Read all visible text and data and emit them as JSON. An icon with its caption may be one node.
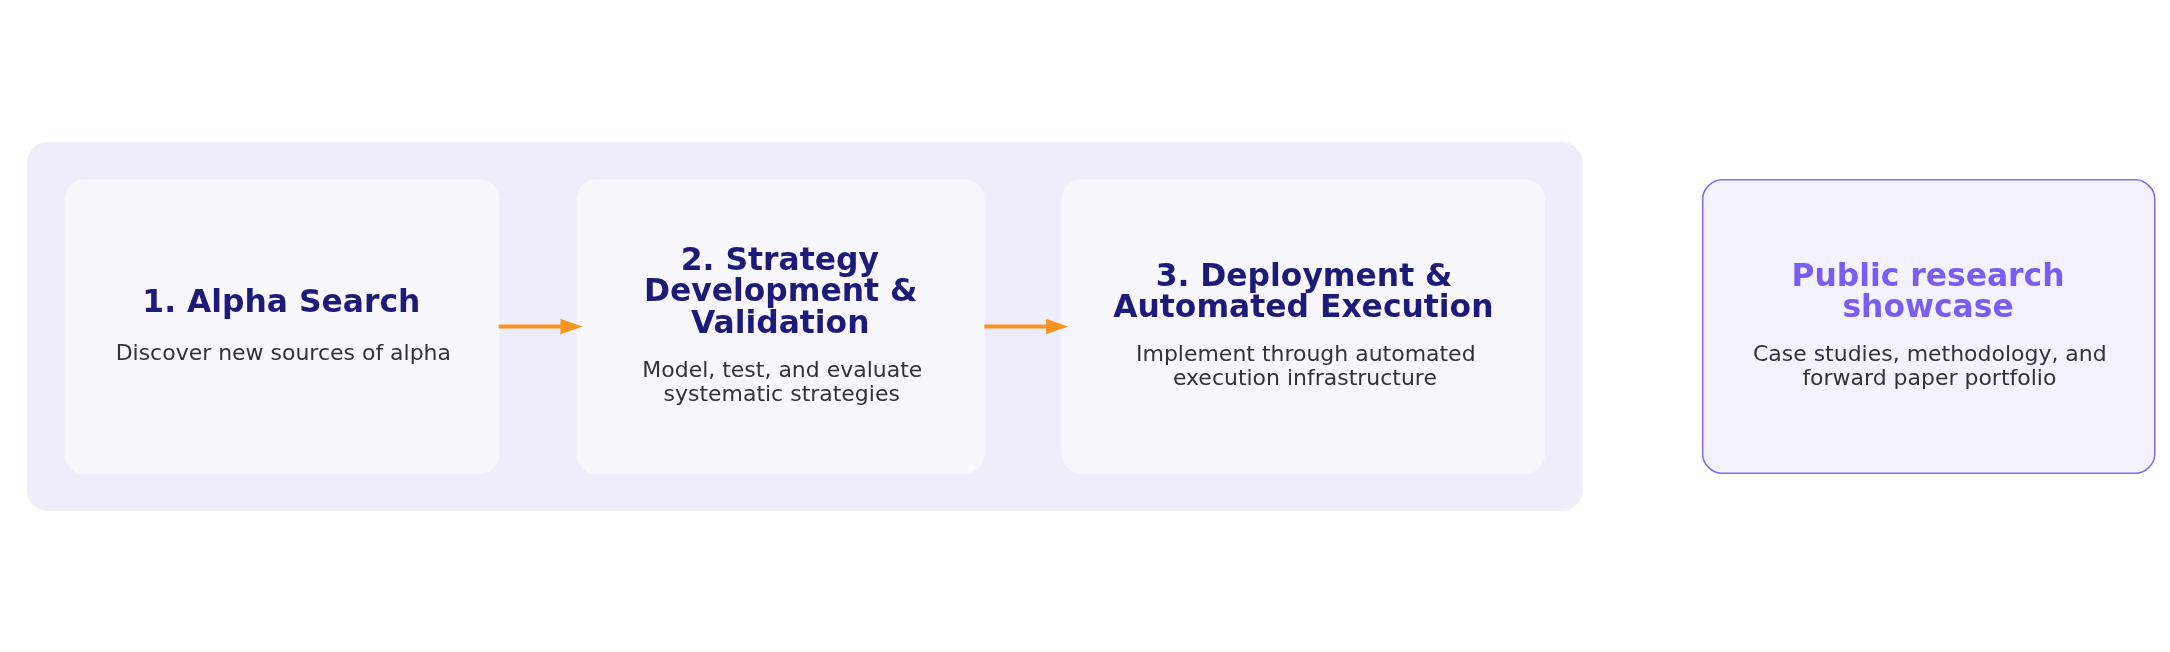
{
  "diagram": {
    "nodes": [
      {
        "text": [],
        "shape": "box"
      },
      {
        "text": [
          "1. Alpha Search",
          "Discover new sources of alpha"
        ],
        "in": 0
      },
      {
        "text": [
          "2. Strategy Development & Validation",
          "Model, test, and evaluate systematic strategies"
        ],
        "in": 0
      },
      {
        "text": [
          "3. Deployment & Automated Execution",
          "Implement through automated execution infrastructure"
        ],
        "in": 0
      },
      {
        "text": [
          "Public research showcase",
          "Case studies, methodology, and forward paper portfolio"
        ]
      }
    ],
    "edges": [
      {
        "from": 1,
        "to": 2,
        "arrow": "to"
      },
      {
        "from": 2,
        "to": 3,
        "arrow": "to"
      }
    ]
  }
}
